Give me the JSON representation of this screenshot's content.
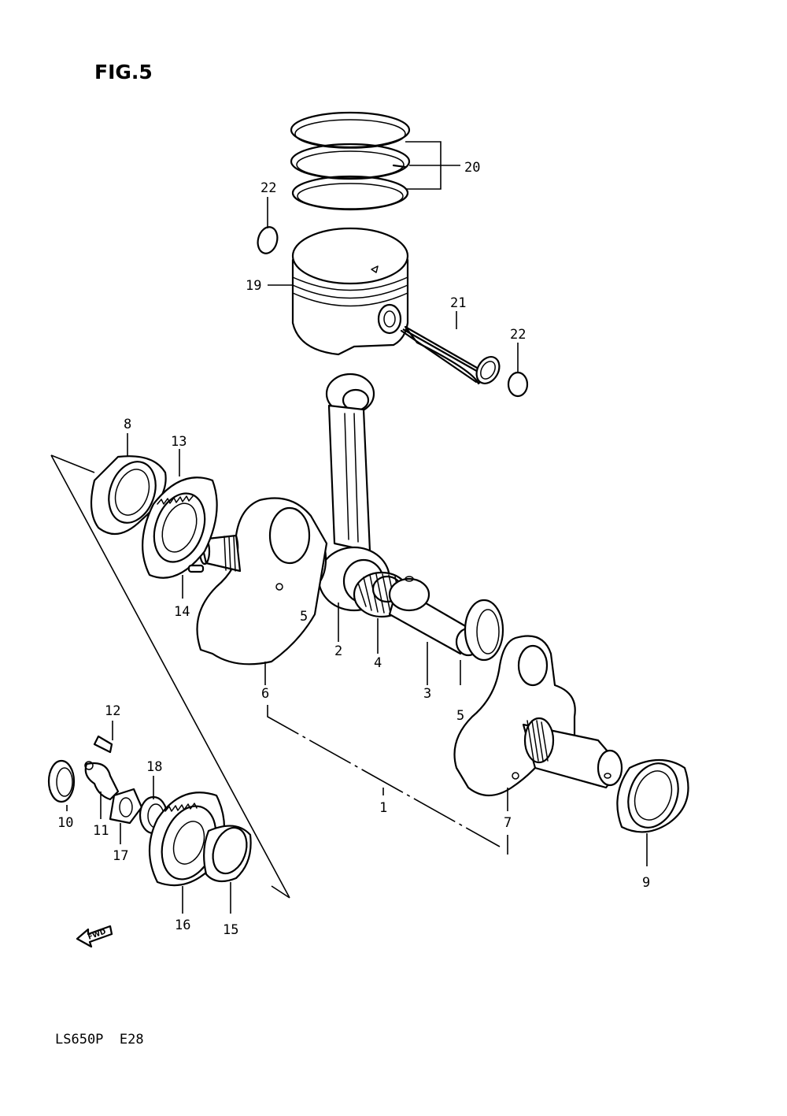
{
  "figure": {
    "title": "FIG.5",
    "model_code": "LS650P  E28",
    "direction_label": "FWD"
  },
  "callouts": {
    "c1": "1",
    "c2": "2",
    "c3": "3",
    "c4": "4",
    "c5a": "5",
    "c5b": "5",
    "c6": "6",
    "c7": "7",
    "c8": "8",
    "c9": "9",
    "c10": "10",
    "c11": "11",
    "c12": "12",
    "c13": "13",
    "c14": "14",
    "c15": "15",
    "c16": "16",
    "c17": "17",
    "c18": "18",
    "c19": "19",
    "c20": "20",
    "c21": "21",
    "c22a": "22",
    "c22b": "22"
  }
}
